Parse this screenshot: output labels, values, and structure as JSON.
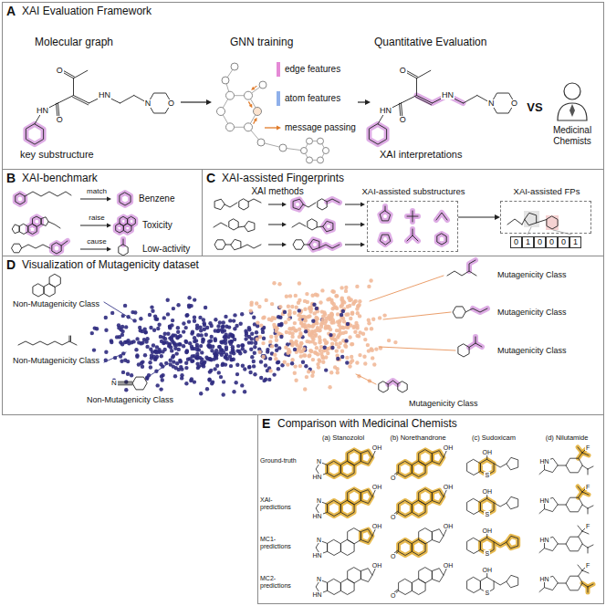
{
  "diagram": {
    "nodes": [
      {
        "text": [
          "A",
          "XAI Evaluation Framework"
        ]
      },
      {
        "text": [
          "B",
          "XAI-benchmark"
        ]
      },
      {
        "text": [
          "C",
          "XAI-assisted Fingerprints"
        ]
      },
      {
        "text": [
          "XAI-assisted substructures"
        ],
        "in": 2
      },
      {
        "text": [
          "XAI-assisted FPs"
        ],
        "in": 2
      },
      {
        "text": [
          "D",
          "Visualization of Mutagenicity dataset"
        ]
      },
      {
        "text": [
          "E",
          "Comparison with Medicinal Chemists"
        ]
      }
    ],
    "edges": [
      {
        "from": 3,
        "to": 4,
        "arrow": "to"
      }
    ],
    "labels": [
      "Molecular graph",
      "GNN training",
      "Quantitative Evaluation",
      "HN",
      "O",
      "O",
      "HN",
      "N",
      "O",
      "key substructure",
      "edge features",
      "atom features",
      "message passing",
      "HN",
      "O",
      "O",
      "HN",
      "N",
      "O",
      "XAI interpretations",
      "VS",
      "Medicinal Chemists",
      "match",
      "Benzene",
      "raise",
      "Toxicity",
      "cause",
      "Low-activity",
      "XAI methods",
      "0",
      "1",
      "0",
      "0",
      "0",
      "1",
      "Non-Mutagenicity Class",
      "Non-Mutagenicity Class",
      "Non-Mutagenicity Class",
      "N",
      "Mutagenicity Class",
      "Mutagenicity Class",
      "Mutagenicity Class",
      "Mutagenicity Class",
      "(a) Stanozolol",
      "(b) Norethandrone",
      "(c) Sudoxicam",
      "(d) Nilutamide",
      "Ground-truth",
      "XAI-predictions",
      "MC1-predictions",
      "MC2-predictions",
      "HN",
      "N",
      "OH",
      "O",
      "OH",
      "S",
      "OH",
      "HN",
      "F",
      "HN",
      "N",
      "OH",
      "O",
      "OH",
      "S",
      "OH",
      "HN",
      "F",
      "HN",
      "N",
      "OH",
      "O",
      "OH",
      "S",
      "OH",
      "HN",
      "F",
      "HN",
      "N",
      "OH",
      "O",
      "OH",
      "S",
      "OH",
      "HN",
      "F"
    ]
  }
}
